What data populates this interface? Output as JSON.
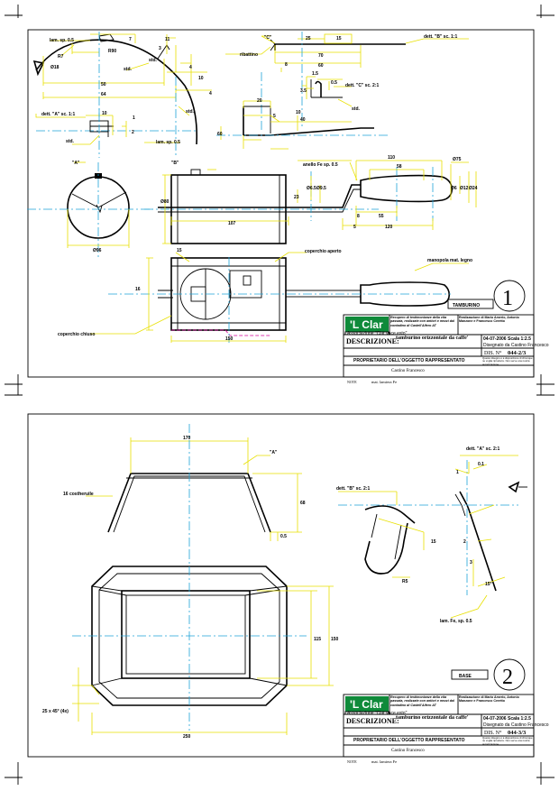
{
  "sheet1": {
    "dims": {
      "lam_top": "lam. sp. 0.5",
      "seven": "7",
      "r7": "R7",
      "d18": "Ø18",
      "r90": "R90",
      "eleven": "11",
      "three": "3",
      "four": "4",
      "ten": "10",
      "std1": "std.",
      "std2": "std.",
      "fifty": "50",
      "sixtyfour": "64",
      "std3": "std.",
      "std4": "std.",
      "dett_a": "dett. \"A\" sc. 1:1",
      "dett_a_ten": "10",
      "one": "1",
      "two": "2",
      "lam_mid": "lam. sp. 0.5",
      "c_label": "\"C\"",
      "d25": "25",
      "d15": "15",
      "dett_b": "dett. \"B\" sc. 1:1",
      "ribattino": "ribattino",
      "d70": "70",
      "d60": "60",
      "d8": "8",
      "d1_5": "1.5",
      "d3_5": "3.5",
      "d0_5": "0.5",
      "dett_c": "dett. \"C\" sc. 2:1",
      "std5": "std.",
      "d20": "20",
      "d40": "40",
      "d10": "10",
      "d5": "5",
      "d60b": "60",
      "a_label": "\"A\"",
      "b_label": "\"B\"",
      "d96": "Ø96",
      "d80": "Ø80",
      "d107": "107",
      "tondo": "anello Fe sp. 0.5",
      "d110": "110",
      "d58": "58",
      "r75": "Ø75",
      "d65": "Ø6.5",
      "d95": "Ø9.5",
      "d23": "23",
      "d55": "55",
      "d120": "120",
      "d8b": "8",
      "d5b": "5",
      "d6": "Ø6",
      "d12": "Ø12",
      "d24": "Ø24",
      "d15b": "15",
      "coperchio_aperto": "coperchio aperto",
      "manopola": "manopola mat. legno",
      "coperchio_chiuso": "coperchio chiuso",
      "d150": "150",
      "d16": "16"
    },
    "label": "TAMBURINO",
    "number": "1",
    "title_block": {
      "logo": "'L Clar",
      "logo_sub": "Associazione \"Clar voce esto\"",
      "project": "Recupero di testimonianze della vita passata, realizzate con antiori e mezzi dal contadino di Castell'Alfero AT",
      "authors": "Realizzazione di Mario Amerio, Antonio Manzone e Francesco Ceretto",
      "descrizione_label": "DESCRIZIONE:",
      "descrizione": "tamburino orizzontale da caffe'",
      "date": "04-07-2006",
      "scala": "Scala 1:2.5",
      "disegnato": "Disegnato da Castino Francesco",
      "dis_label": "DIS. N°",
      "dis": "044-2/3",
      "proprietario": "PROPRIETARIO DELL'OGGETTO RAPPRESENTATO",
      "owner": "Castino Francesco",
      "rights": "Questo disegno è a disposizione di chiunque ne voglia riprodurre. Non serve una nostra autorizzazione.",
      "note_label": "NOTE",
      "note": "mat. lamiera Fe"
    }
  },
  "sheet2": {
    "dims": {
      "d170": "170",
      "a_label": "\"A\"",
      "d16_sed": "16 costheruile",
      "d68": "68",
      "d0_5": "0.5",
      "dett_a": "dett. \"A\" sc. 2:1",
      "d0_1": "0.1",
      "d1": "1",
      "dett_b": "dett. \"B\" sc. 2:1",
      "d15": "15",
      "r5": "R5",
      "d3": "3",
      "ang15": "15°",
      "d25": "2",
      "lam": "lam. Fe, sp. 0.5",
      "d115": "115",
      "d150": "150",
      "ang": "25 x 45° (4x)",
      "d250": "250"
    },
    "label": "BASE",
    "number": "2",
    "title_block": {
      "logo": "'L Clar",
      "logo_sub": "Associazione \"Clar voce esto\"",
      "project": "Recupero di testimonianze della vita passata, realizzate con antiori e mezzi dal contadino di Castell'Alfero AT",
      "authors": "Realizzazione di Mario Amerio, Antonio Manzone e Francesco Ceretto",
      "descrizione_label": "DESCRIZIONE:",
      "descrizione": "tamburino orizzontale da caffe'",
      "date": "04-07-2006",
      "scala": "Scala 1:2.5",
      "disegnato": "Disegnato da Castino Francesco",
      "dis_label": "DIS. N°",
      "dis": "044-3/3",
      "proprietario": "PROPRIETARIO DELL'OGGETTO RAPPRESENTATO",
      "owner": "Castino Francesco",
      "rights": "Questo disegno è a disposizione di chiunque ne voglia riprodurre. Non serve una nostra autorizzazione.",
      "note_label": "NOTE",
      "note": "mat. lamiera Fe"
    }
  },
  "colors": {
    "dimension": "#e8e000",
    "centerline": "#1fa3d8",
    "outline": "#000000",
    "logo_bg": "#0f8a3a",
    "hidden": "#d4009a"
  }
}
